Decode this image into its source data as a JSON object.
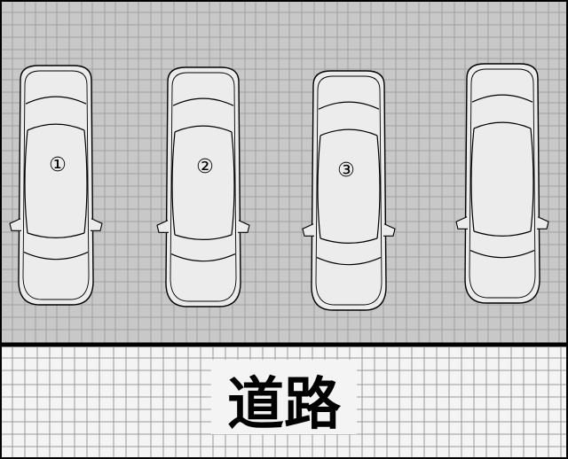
{
  "road": {
    "label": "道路"
  },
  "spaces": [
    {
      "number": "①"
    },
    {
      "number": "②"
    },
    {
      "number": "③"
    },
    {
      "number": ""
    }
  ],
  "colors": {
    "lot_fill": "#c8c8c8",
    "lot_grid": "#a0a0a0",
    "road_fill": "#f4f4f4",
    "road_grid": "#9a9a9a",
    "car_fill": "#ececec",
    "car_line": "#000000",
    "divider": "#000000"
  }
}
